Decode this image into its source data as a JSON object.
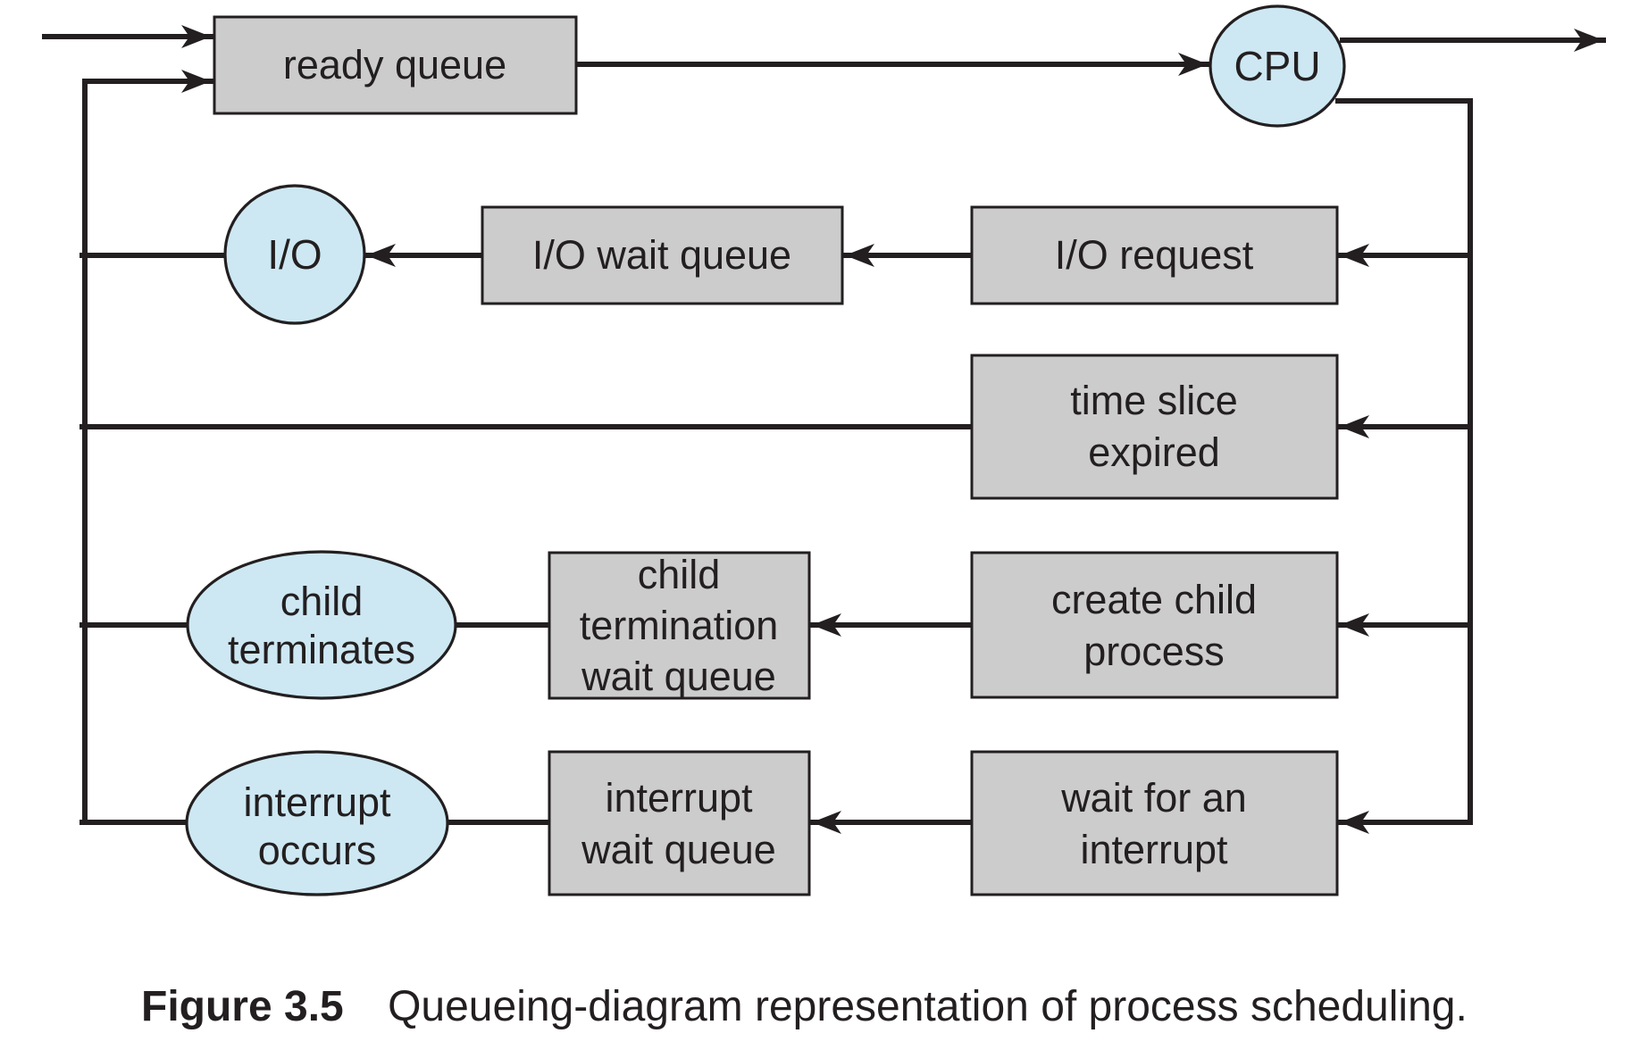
{
  "figure": {
    "caption_label": "Figure 3.5",
    "caption_text": "Queueing-diagram representation of process scheduling."
  },
  "colors": {
    "queue_box_fill": "#cccccc",
    "resource_oval_fill": "#cde8f3",
    "line": "#231f20",
    "text": "#231f20",
    "background": "#ffffff"
  },
  "nodes": {
    "ready_queue": {
      "label": "ready queue"
    },
    "cpu": {
      "label": "CPU"
    },
    "io": {
      "label": "I/O"
    },
    "io_wait_queue": {
      "label": "I/O wait queue"
    },
    "io_request": {
      "label": "I/O request"
    },
    "time_slice_expired": {
      "lines": [
        "time slice",
        "expired"
      ]
    },
    "child_terminates": {
      "lines": [
        "child",
        "terminates"
      ]
    },
    "child_termination_wait_queue": {
      "lines": [
        "child",
        "termination",
        "wait queue"
      ]
    },
    "create_child_process": {
      "lines": [
        "create child",
        "process"
      ]
    },
    "interrupt_occurs": {
      "lines": [
        "interrupt",
        "occurs"
      ]
    },
    "interrupt_wait_queue": {
      "lines": [
        "interrupt",
        "wait queue"
      ]
    },
    "wait_for_an_interrupt": {
      "lines": [
        "wait for an",
        "interrupt"
      ]
    }
  }
}
